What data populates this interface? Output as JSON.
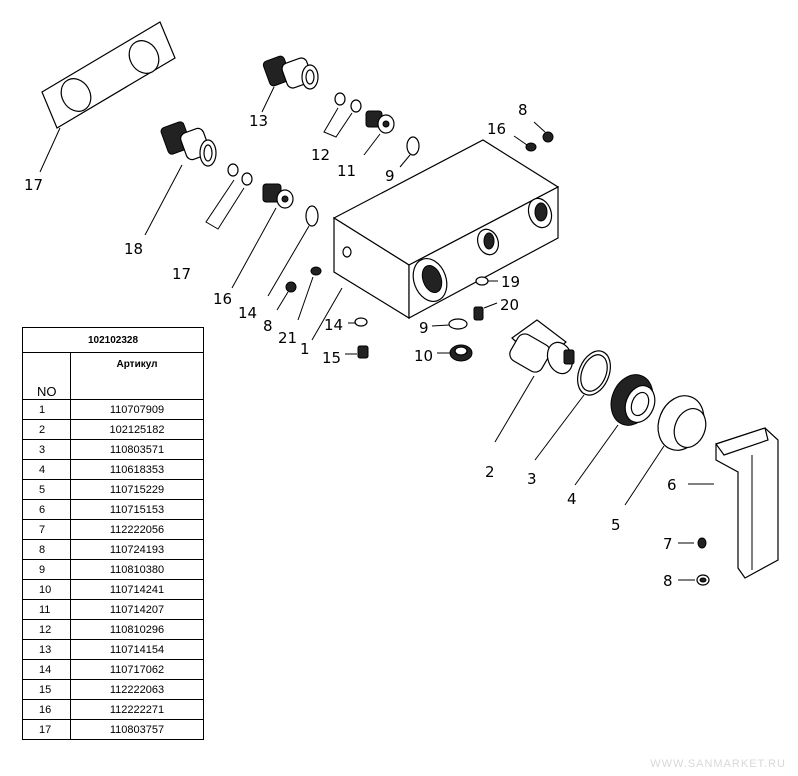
{
  "table": {
    "code": "102102328",
    "no_header": "NO",
    "article_header": "Артикул",
    "rows": [
      {
        "no": "1",
        "article": "110707909"
      },
      {
        "no": "2",
        "article": "102125182"
      },
      {
        "no": "3",
        "article": "110803571"
      },
      {
        "no": "4",
        "article": "110618353"
      },
      {
        "no": "5",
        "article": "110715229"
      },
      {
        "no": "6",
        "article": "110715153"
      },
      {
        "no": "7",
        "article": "112222056"
      },
      {
        "no": "8",
        "article": "110724193"
      },
      {
        "no": "9",
        "article": "110810380"
      },
      {
        "no": "10",
        "article": "110714241"
      },
      {
        "no": "11",
        "article": "110714207"
      },
      {
        "no": "12",
        "article": "110810296"
      },
      {
        "no": "13",
        "article": "110714154"
      },
      {
        "no": "14",
        "article": "110717062"
      },
      {
        "no": "15",
        "article": "112222063"
      },
      {
        "no": "16",
        "article": "112222271"
      },
      {
        "no": "17",
        "article": "110803757"
      }
    ]
  },
  "callouts": {
    "c17a": "17",
    "c13": "13",
    "c12": "12",
    "c11": "11",
    "c9a": "9",
    "c8a": "8",
    "c16a": "16",
    "c18": "18",
    "c17b": "17",
    "c16b": "16",
    "c14a": "14",
    "c8b": "8",
    "c21": "21",
    "c1": "1",
    "c14b": "14",
    "c15": "15",
    "c19": "19",
    "c20": "20",
    "c9b": "9",
    "c10": "10",
    "c2": "2",
    "c3": "3",
    "c4": "4",
    "c5": "5",
    "c6": "6",
    "c7": "7",
    "c8c": "8"
  },
  "watermark": "WWW.SANMARKET.RU"
}
